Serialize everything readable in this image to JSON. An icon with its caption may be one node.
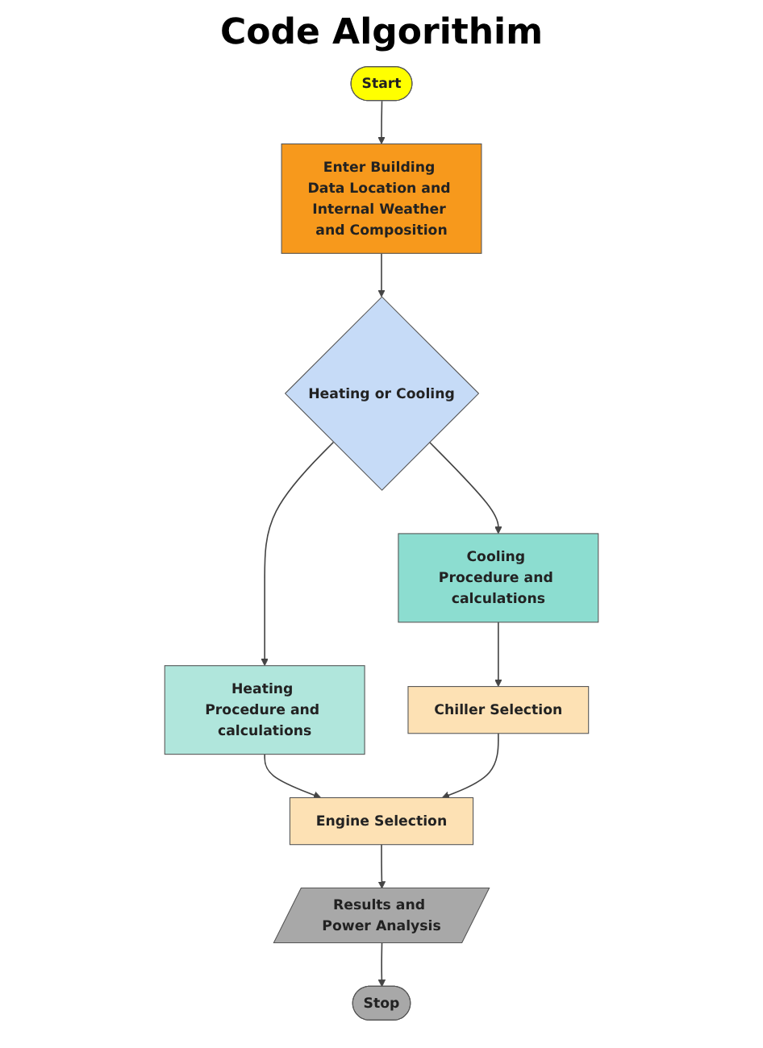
{
  "diagram": {
    "title": "Code Algorithim",
    "nodes": [
      {
        "text": [
          "Start"
        ]
      },
      {
        "text": [
          "Enter Building Data Location and Internal Weather and Composition"
        ]
      },
      {
        "text": [
          "Heating or Cooling"
        ]
      },
      {
        "text": [
          "Heating Procedure and calculations"
        ]
      },
      {
        "text": [
          "Cooling Procedure and calculations"
        ]
      },
      {
        "text": [
          "Engine Selection"
        ]
      },
      {
        "text": [
          "Chiller Selection"
        ]
      },
      {
        "text": [
          "Results and Power Analysis"
        ]
      },
      {
        "text": [
          "Stop"
        ]
      }
    ],
    "edges": [
      {
        "from": 0,
        "to": 1,
        "arrow": "to"
      },
      {
        "from": 1,
        "to": 2,
        "arrow": "to"
      },
      {
        "from": 2,
        "to": 3,
        "arrow": "to"
      },
      {
        "from": 2,
        "to": 4,
        "arrow": "to"
      },
      {
        "from": 3,
        "to": 5,
        "arrow": "to"
      },
      {
        "from": 4,
        "to": 6,
        "arrow": "to"
      },
      {
        "from": 6,
        "to": 5,
        "arrow": "to"
      },
      {
        "from": 5,
        "to": 7,
        "arrow": "to"
      },
      {
        "from": 7,
        "to": 8,
        "arrow": "to"
      }
    ]
  }
}
